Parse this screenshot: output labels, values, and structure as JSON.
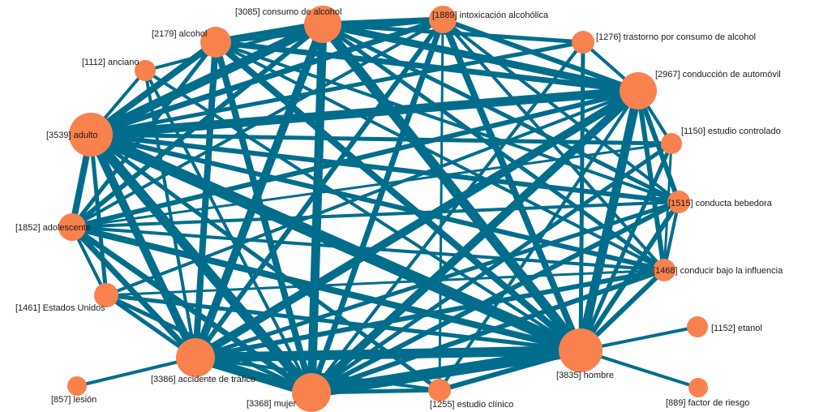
{
  "colors": {
    "edge": "#006d8c",
    "node": "#f9814e",
    "label": "#1a1a1a"
  },
  "nodes": [
    {
      "id": "consumo",
      "label": "[3085] consumo de alcohol"
    },
    {
      "id": "intox",
      "label": "[1889] intoxicación alcohólica"
    },
    {
      "id": "alcohol",
      "label": "[2179] alcohol"
    },
    {
      "id": "trastorno",
      "label": "[1276] trastorno por consumo de alcohol"
    },
    {
      "id": "anciano",
      "label": "[1112] anciano"
    },
    {
      "id": "conduccion",
      "label": "[2967] conducción de automóvil"
    },
    {
      "id": "adulto",
      "label": "[3539] adulto"
    },
    {
      "id": "estcontrol",
      "label": "[1150] estudio controlado"
    },
    {
      "id": "conducta",
      "label": "[1515] conducta bebedora"
    },
    {
      "id": "adolescente",
      "label": "[1852] adolescente"
    },
    {
      "id": "bajoinfl",
      "label": "[1468] conducir bajo la influencia"
    },
    {
      "id": "eeuu",
      "label": "[1461] Estados Unidos"
    },
    {
      "id": "etanol",
      "label": "[1152] etanol"
    },
    {
      "id": "accidente",
      "label": "[3386] accidente de tráfico"
    },
    {
      "id": "hombre",
      "label": "[3835] hombre"
    },
    {
      "id": "lesion",
      "label": "[857] lesión"
    },
    {
      "id": "mujer",
      "label": "[3368] mujer"
    },
    {
      "id": "estclinico",
      "label": "[1255] estudio clínico"
    },
    {
      "id": "factor",
      "label": "[889] factor de riesgo"
    }
  ]
}
